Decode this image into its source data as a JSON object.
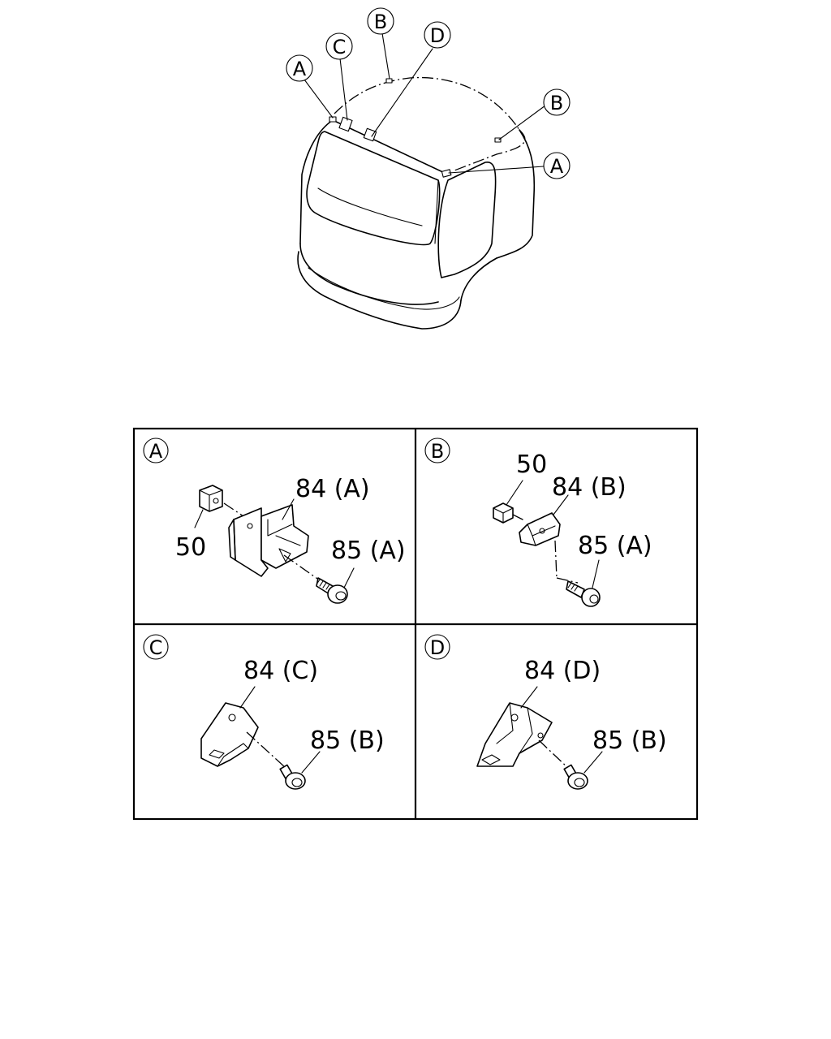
{
  "overview": {
    "callouts": [
      {
        "id": "ov-a-left",
        "letter": "A"
      },
      {
        "id": "ov-c",
        "letter": "C"
      },
      {
        "id": "ov-b-top",
        "letter": "B"
      },
      {
        "id": "ov-d",
        "letter": "D"
      },
      {
        "id": "ov-b-right",
        "letter": "B"
      },
      {
        "id": "ov-a-right",
        "letter": "A"
      }
    ]
  },
  "panels": {
    "A": {
      "letter": "A",
      "labels": [
        "84 (A)",
        "50",
        "85 (A)"
      ]
    },
    "B": {
      "letter": "B",
      "labels": [
        "50",
        "84 (B)",
        "85 (A)"
      ]
    },
    "C": {
      "letter": "C",
      "labels": [
        "84 (C)",
        "85 (B)"
      ]
    },
    "D": {
      "letter": "D",
      "labels": [
        "84 (D)",
        "85 (B)"
      ]
    }
  }
}
